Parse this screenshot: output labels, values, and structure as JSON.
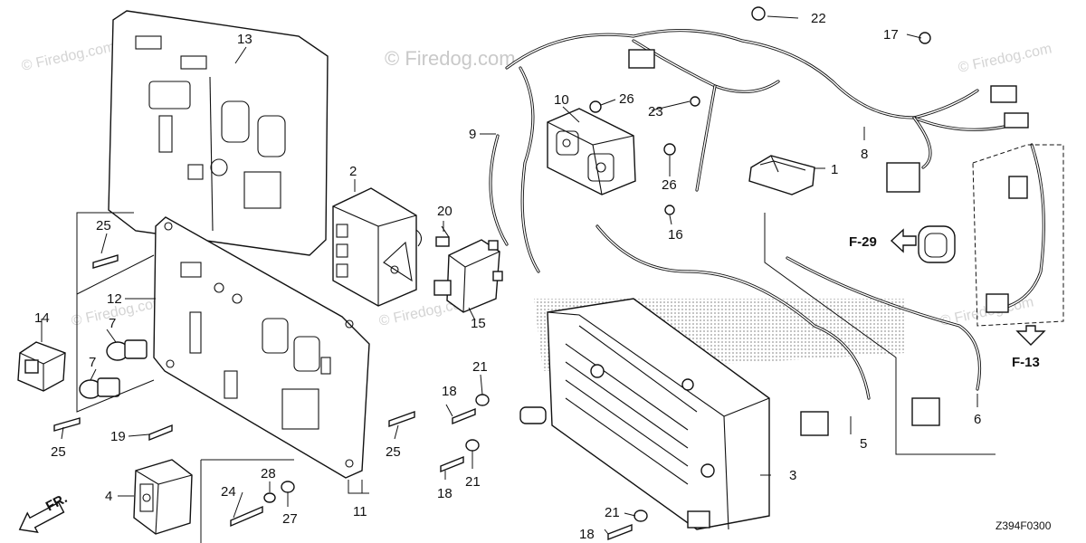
{
  "watermarks": {
    "main": "© Firedog.com",
    "faint": "© Firedog.com"
  },
  "callouts": {
    "p1": "1",
    "p2": "2",
    "p3": "3",
    "p4": "4",
    "p5": "5",
    "p6": "6",
    "p7a": "7",
    "p7b": "7",
    "p8": "8",
    "p9": "9",
    "p10": "10",
    "p11": "11",
    "p12": "12",
    "p13": "13",
    "p14": "14",
    "p15": "15",
    "p16": "16",
    "p17": "17",
    "p18a": "18",
    "p18b": "18",
    "p18c": "18",
    "p19": "19",
    "p20": "20",
    "p21a": "21",
    "p21b": "21",
    "p21c": "21",
    "p22": "22",
    "p23": "23",
    "p24": "24",
    "p25a": "25",
    "p25b": "25",
    "p25c": "25",
    "p26a": "26",
    "p26b": "26",
    "p27": "27",
    "p28": "28"
  },
  "references": {
    "f29": "F-29",
    "f13": "F-13",
    "front": "FR."
  },
  "diagram_code": "Z394F0300",
  "icons": {
    "front_arrow": "front-direction-arrow-icon",
    "ref_arrow_left": "reference-arrow-left-icon",
    "ref_arrow_down": "reference-arrow-down-icon"
  }
}
